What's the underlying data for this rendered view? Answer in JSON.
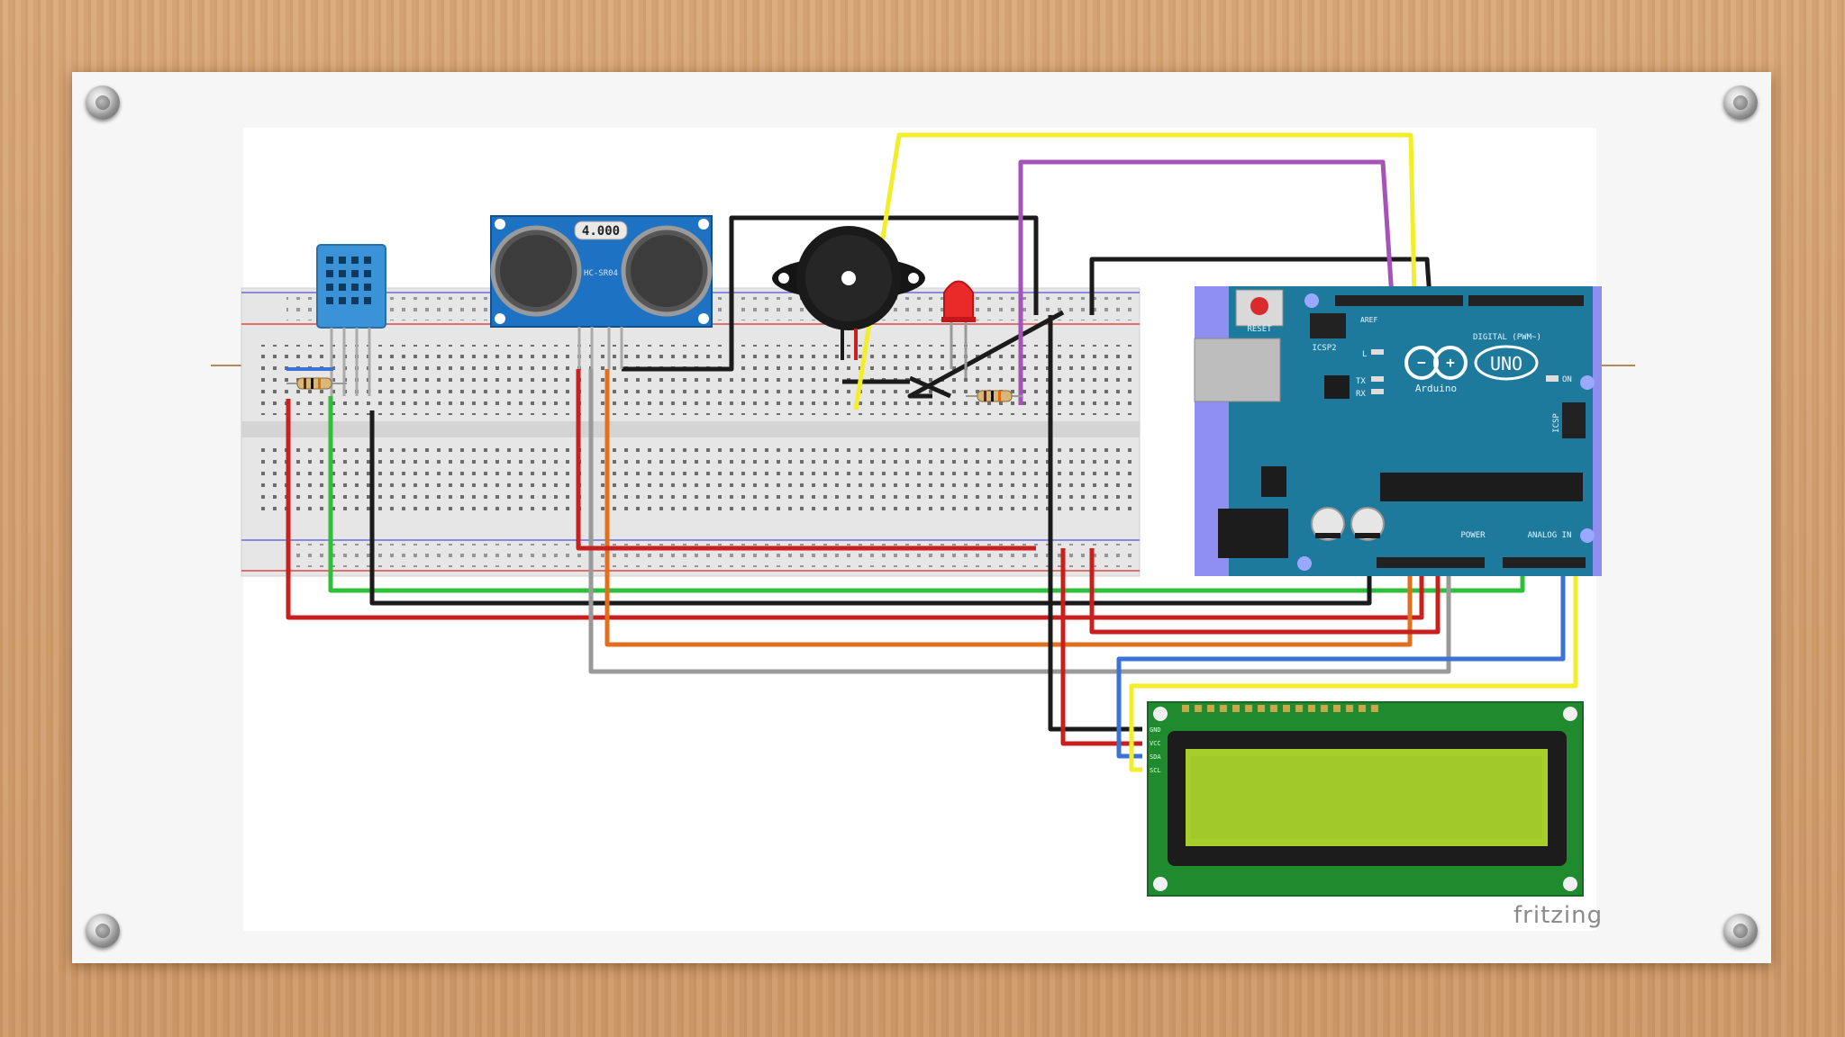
{
  "watermark": "fritzing",
  "ultrasonic": {
    "top_label": "4.000",
    "model_label": "HC-SR04"
  },
  "arduino": {
    "reset_label": "RESET",
    "icsp2_label": "ICSP2",
    "icsp_label": "ICSP",
    "tx_label": "TX",
    "rx_label": "RX",
    "l_label": "L",
    "on_label": "ON",
    "uno_label": "UNO",
    "brand_label": "Arduino",
    "digital_label": "DIGITAL (PWM~)",
    "power_label": "POWER",
    "analog_label": "ANALOG IN",
    "aref_label": "AREF"
  },
  "lcd": {
    "pins": [
      "GND",
      "VCC",
      "SDA",
      "SCL"
    ]
  },
  "colors": {
    "red": "#c8201e",
    "black": "#1b1b1b",
    "green": "#2fbf3a",
    "orange": "#e0701e",
    "gray": "#9a9a9a",
    "yellow": "#f2ee2a",
    "purple": "#a553b8",
    "blue": "#3a72d6",
    "arduino_board": "#1d7a9c",
    "lcd_pcb": "#1f8a2e",
    "lcd_screen": "#a6cf2c"
  }
}
